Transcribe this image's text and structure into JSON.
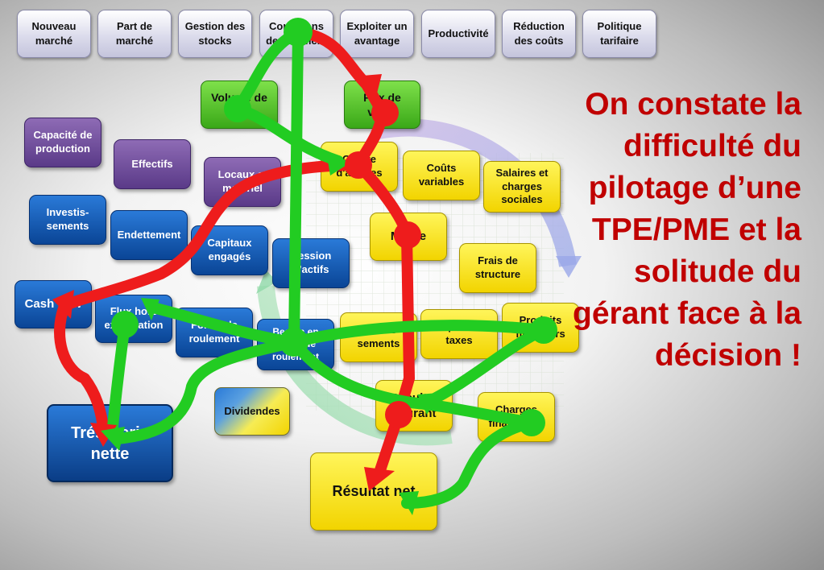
{
  "top_levers": [
    {
      "id": "nouveau-marche",
      "label": "Nouveau marché"
    },
    {
      "id": "part-de-marche",
      "label": "Part de marché"
    },
    {
      "id": "gestion-des-stocks",
      "label": "Gestion des stocks"
    },
    {
      "id": "conditions-de-paiement",
      "label": "Conditions de paiement"
    },
    {
      "id": "exploiter-un-avantage",
      "label": "Exploiter un avantage"
    },
    {
      "id": "productivite",
      "label": "Productivité"
    },
    {
      "id": "reduction-des-couts",
      "label": "Réduction des coûts"
    },
    {
      "id": "politique-tarifaire",
      "label": "Politique tarifaire"
    }
  ],
  "nodes": {
    "volume_vente": "Volume de vente",
    "prix_vente": "Prix de vente",
    "capacite_production": "Capacité de production",
    "effectifs": "Effectifs",
    "locaux_materiel": "Locaux et matériel",
    "chiffre_affaires": "Chiffre d'affaires",
    "couts_variables": "Coûts variables",
    "salaires_charges": "Salaires et charges sociales",
    "investissements": "Investis-sements",
    "endettement": "Endettement",
    "capitaux_engages": "Capitaux engagés",
    "cession_actifs": "Cession d'actifs",
    "marge": "Marge",
    "frais_structure": "Frais de structure",
    "cash_flow": "Cash flow",
    "flux_hors_exploitation": "Flux hors exploitation",
    "fonds_roulement": "Fonds de roulement",
    "besoin_fonds_roulement": "Besoin en fonds de roulement",
    "amortissements": "Amortis-sements",
    "impots_taxes": "Impôts et taxes",
    "produits_financiers": "Produits financiers",
    "dividendes": "Dividendes",
    "resultat_courant": "Résultat courant",
    "charges_financieres": "Charges financières",
    "tresorerie_nette": "Trésorerie nette",
    "resultat_net": "Résultat net"
  },
  "message": "On constate la difficulté du pilotage d’une TPE/PME et la solitude du gérant face à la décision !",
  "colors": {
    "arrow_red": "#ee1c1c",
    "arrow_green": "#22cc22",
    "message": "#c00000"
  }
}
